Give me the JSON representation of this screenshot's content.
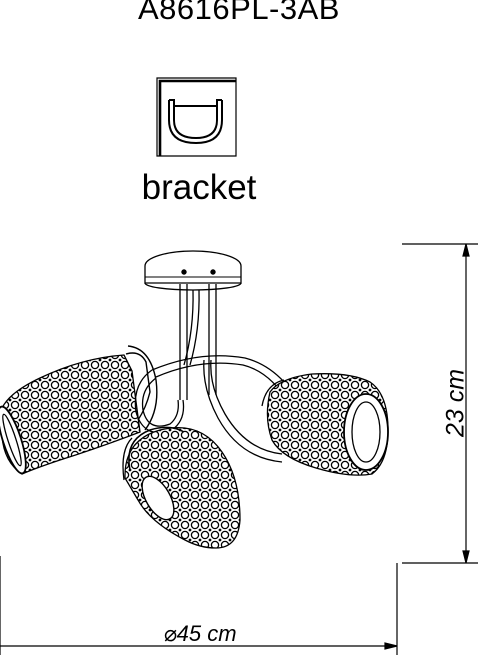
{
  "model": {
    "code": "A8616PL-3AB"
  },
  "bracket": {
    "label": "bracket",
    "icon": "bracket-profile-icon"
  },
  "dimensions": {
    "height": "23 cm",
    "diameter": "⌀45 cm"
  },
  "illustration": {
    "subject": "chandelier-line-drawing",
    "shade_count": 3
  },
  "colors": {
    "line": "#000000",
    "background": "#ffffff"
  }
}
